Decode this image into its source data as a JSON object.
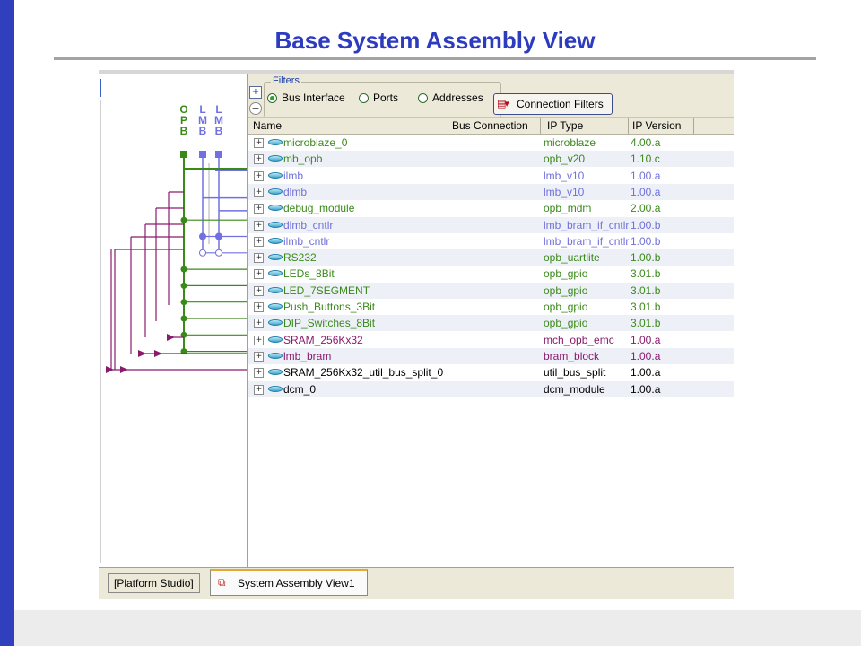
{
  "slide": {
    "title": "Base System Assembly View"
  },
  "bus_headers": [
    {
      "lines": [
        "O",
        "P",
        "B"
      ],
      "color": "#3a8a1a"
    },
    {
      "lines": [
        "L",
        "M",
        "B"
      ],
      "color": "#7070e0"
    },
    {
      "lines": [
        "L",
        "M",
        "B"
      ],
      "color": "#7070e0"
    }
  ],
  "toolbar": {
    "expand_glyph": "+",
    "collapse_glyph": "−",
    "filters_label": "Filters",
    "radio_bus_interface": "Bus Interface",
    "radio_ports": "Ports",
    "radio_addresses": "Addresses",
    "selected_radio": "Bus Interface",
    "connection_filters_label": "Connection Filters"
  },
  "table": {
    "columns": [
      "Name",
      "Bus Connection",
      "IP Type",
      "IP Version"
    ],
    "expander_glyph": "+",
    "rows": [
      {
        "name": "microblaze_0",
        "ip_type": "microblaze",
        "ip_version": "4.00.a",
        "color": "#3a8a1a"
      },
      {
        "name": "mb_opb",
        "ip_type": "opb_v20",
        "ip_version": "1.10.c",
        "color": "#3a8a1a"
      },
      {
        "name": "ilmb",
        "ip_type": "lmb_v10",
        "ip_version": "1.00.a",
        "color": "#7070d8"
      },
      {
        "name": "dlmb",
        "ip_type": "lmb_v10",
        "ip_version": "1.00.a",
        "color": "#7070d8"
      },
      {
        "name": "debug_module",
        "ip_type": "opb_mdm",
        "ip_version": "2.00.a",
        "color": "#3a8a1a"
      },
      {
        "name": "dlmb_cntlr",
        "ip_type": "lmb_bram_if_cntlr",
        "ip_version": "1.00.b",
        "color": "#7070d8"
      },
      {
        "name": "ilmb_cntlr",
        "ip_type": "lmb_bram_if_cntlr",
        "ip_version": "1.00.b",
        "color": "#7070d8"
      },
      {
        "name": "RS232",
        "ip_type": "opb_uartlite",
        "ip_version": "1.00.b",
        "color": "#3a8a1a"
      },
      {
        "name": "LEDs_8Bit",
        "ip_type": "opb_gpio",
        "ip_version": "3.01.b",
        "color": "#3a8a1a"
      },
      {
        "name": "LED_7SEGMENT",
        "ip_type": "opb_gpio",
        "ip_version": "3.01.b",
        "color": "#3a8a1a"
      },
      {
        "name": "Push_Buttons_3Bit",
        "ip_type": "opb_gpio",
        "ip_version": "3.01.b",
        "color": "#3a8a1a"
      },
      {
        "name": "DIP_Switches_8Bit",
        "ip_type": "opb_gpio",
        "ip_version": "3.01.b",
        "color": "#3a8a1a"
      },
      {
        "name": "SRAM_256Kx32",
        "ip_type": "mch_opb_emc",
        "ip_version": "1.00.a",
        "color": "#8a1a6e"
      },
      {
        "name": "lmb_bram",
        "ip_type": "bram_block",
        "ip_version": "1.00.a",
        "color": "#8a1a6e"
      },
      {
        "name": "SRAM_256Kx32_util_bus_split_0",
        "ip_type": "util_bus_split",
        "ip_version": "1.00.a",
        "color": "#000000"
      },
      {
        "name": "dcm_0",
        "ip_type": "dcm_module",
        "ip_version": "1.00.a",
        "color": "#000000"
      }
    ]
  },
  "tabs": {
    "platform_studio": "[Platform Studio]",
    "system_assembly": "System Assembly View1"
  },
  "colors": {
    "opb": "#3a8a1a",
    "lmb": "#7070e0",
    "magenta": "#8a1a6e",
    "title": "#2d3bbf",
    "accent_bar": "#2f3fbd"
  }
}
